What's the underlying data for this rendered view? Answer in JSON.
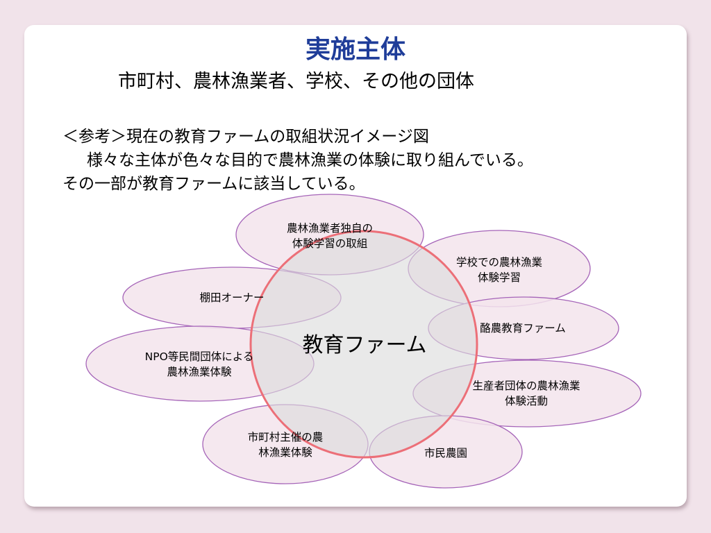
{
  "slide": {
    "title": "実施主体",
    "subtitle": "市町村、農林漁業者、学校、その他の団体",
    "reference": {
      "line1": "＜参考＞現在の教育ファームの取組状況イメージ図",
      "line2": "様々な主体が色々な目的で農林漁業の体験に取り組んでいる。",
      "line3": "その一部が教育ファームに該当している。"
    }
  },
  "diagram": {
    "center_label": "教育ファーム",
    "bubbles": [
      {
        "id": "farmer-own",
        "lines": [
          "農林漁業者独自の",
          "体験学習の取組"
        ]
      },
      {
        "id": "school",
        "lines": [
          "学校での農林漁業",
          "体験学習"
        ]
      },
      {
        "id": "tanada",
        "lines": [
          "棚田オーナー"
        ]
      },
      {
        "id": "dairy",
        "lines": [
          "酪農教育ファーム"
        ]
      },
      {
        "id": "npo",
        "lines": [
          "NPO等民間団体による",
          "農林漁業体験"
        ]
      },
      {
        "id": "producer",
        "lines": [
          "生産者団体の農林漁業",
          "体験活動"
        ]
      },
      {
        "id": "municipal",
        "lines": [
          "市町村主催の農",
          "林漁業体験"
        ]
      },
      {
        "id": "citizen-farm",
        "lines": [
          "市民農園"
        ]
      }
    ],
    "colors": {
      "bubble_fill": "#f3e4ec",
      "bubble_stroke": "#a564b8",
      "center_fill": "#dcdcdc",
      "center_stroke": "#ec6f78",
      "title": "#1f3d99"
    }
  }
}
